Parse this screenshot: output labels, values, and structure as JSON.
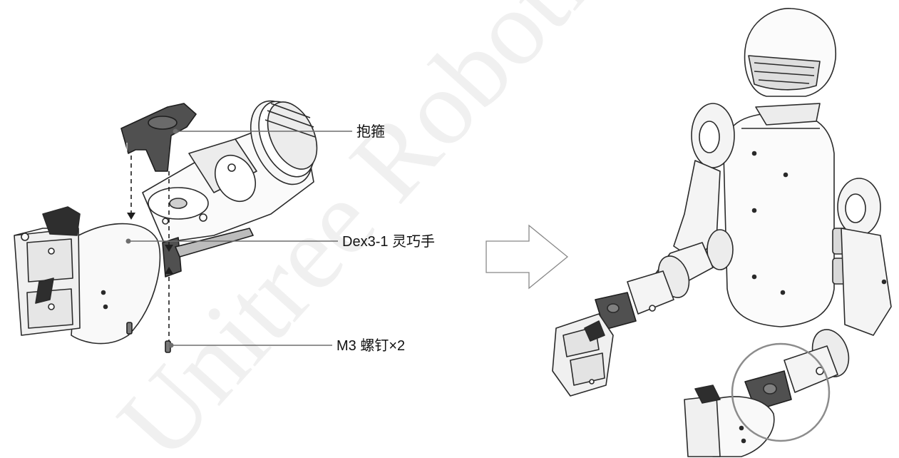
{
  "watermark": "Unitree Robotics",
  "callouts": {
    "clamp": "抱箍",
    "hand": "Dex3-1 灵巧手",
    "screws": "M3 螺钉×2"
  },
  "colors": {
    "outline": "#2a2a2a",
    "part_gray": "#505050",
    "light_fill": "#f4f4f4",
    "leader": "#6e6e6e",
    "arrow_outline": "#888888",
    "highlight_circle": "#8c8c8c"
  }
}
